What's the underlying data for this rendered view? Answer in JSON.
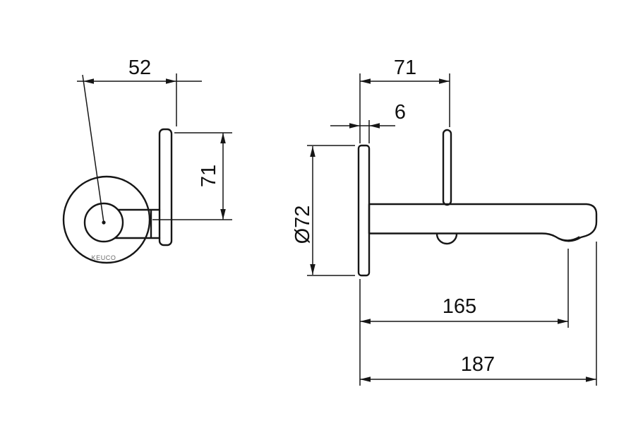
{
  "drawing": {
    "title": "faucet-technical-drawing",
    "brand": {
      "label": "KEUCO"
    },
    "dims": {
      "left_width": "52",
      "left_height": "71",
      "right_offset": "71",
      "right_thickness": "6",
      "right_diameter": "Ø72",
      "right_reach_inner": "165",
      "right_reach_total": "187"
    }
  }
}
